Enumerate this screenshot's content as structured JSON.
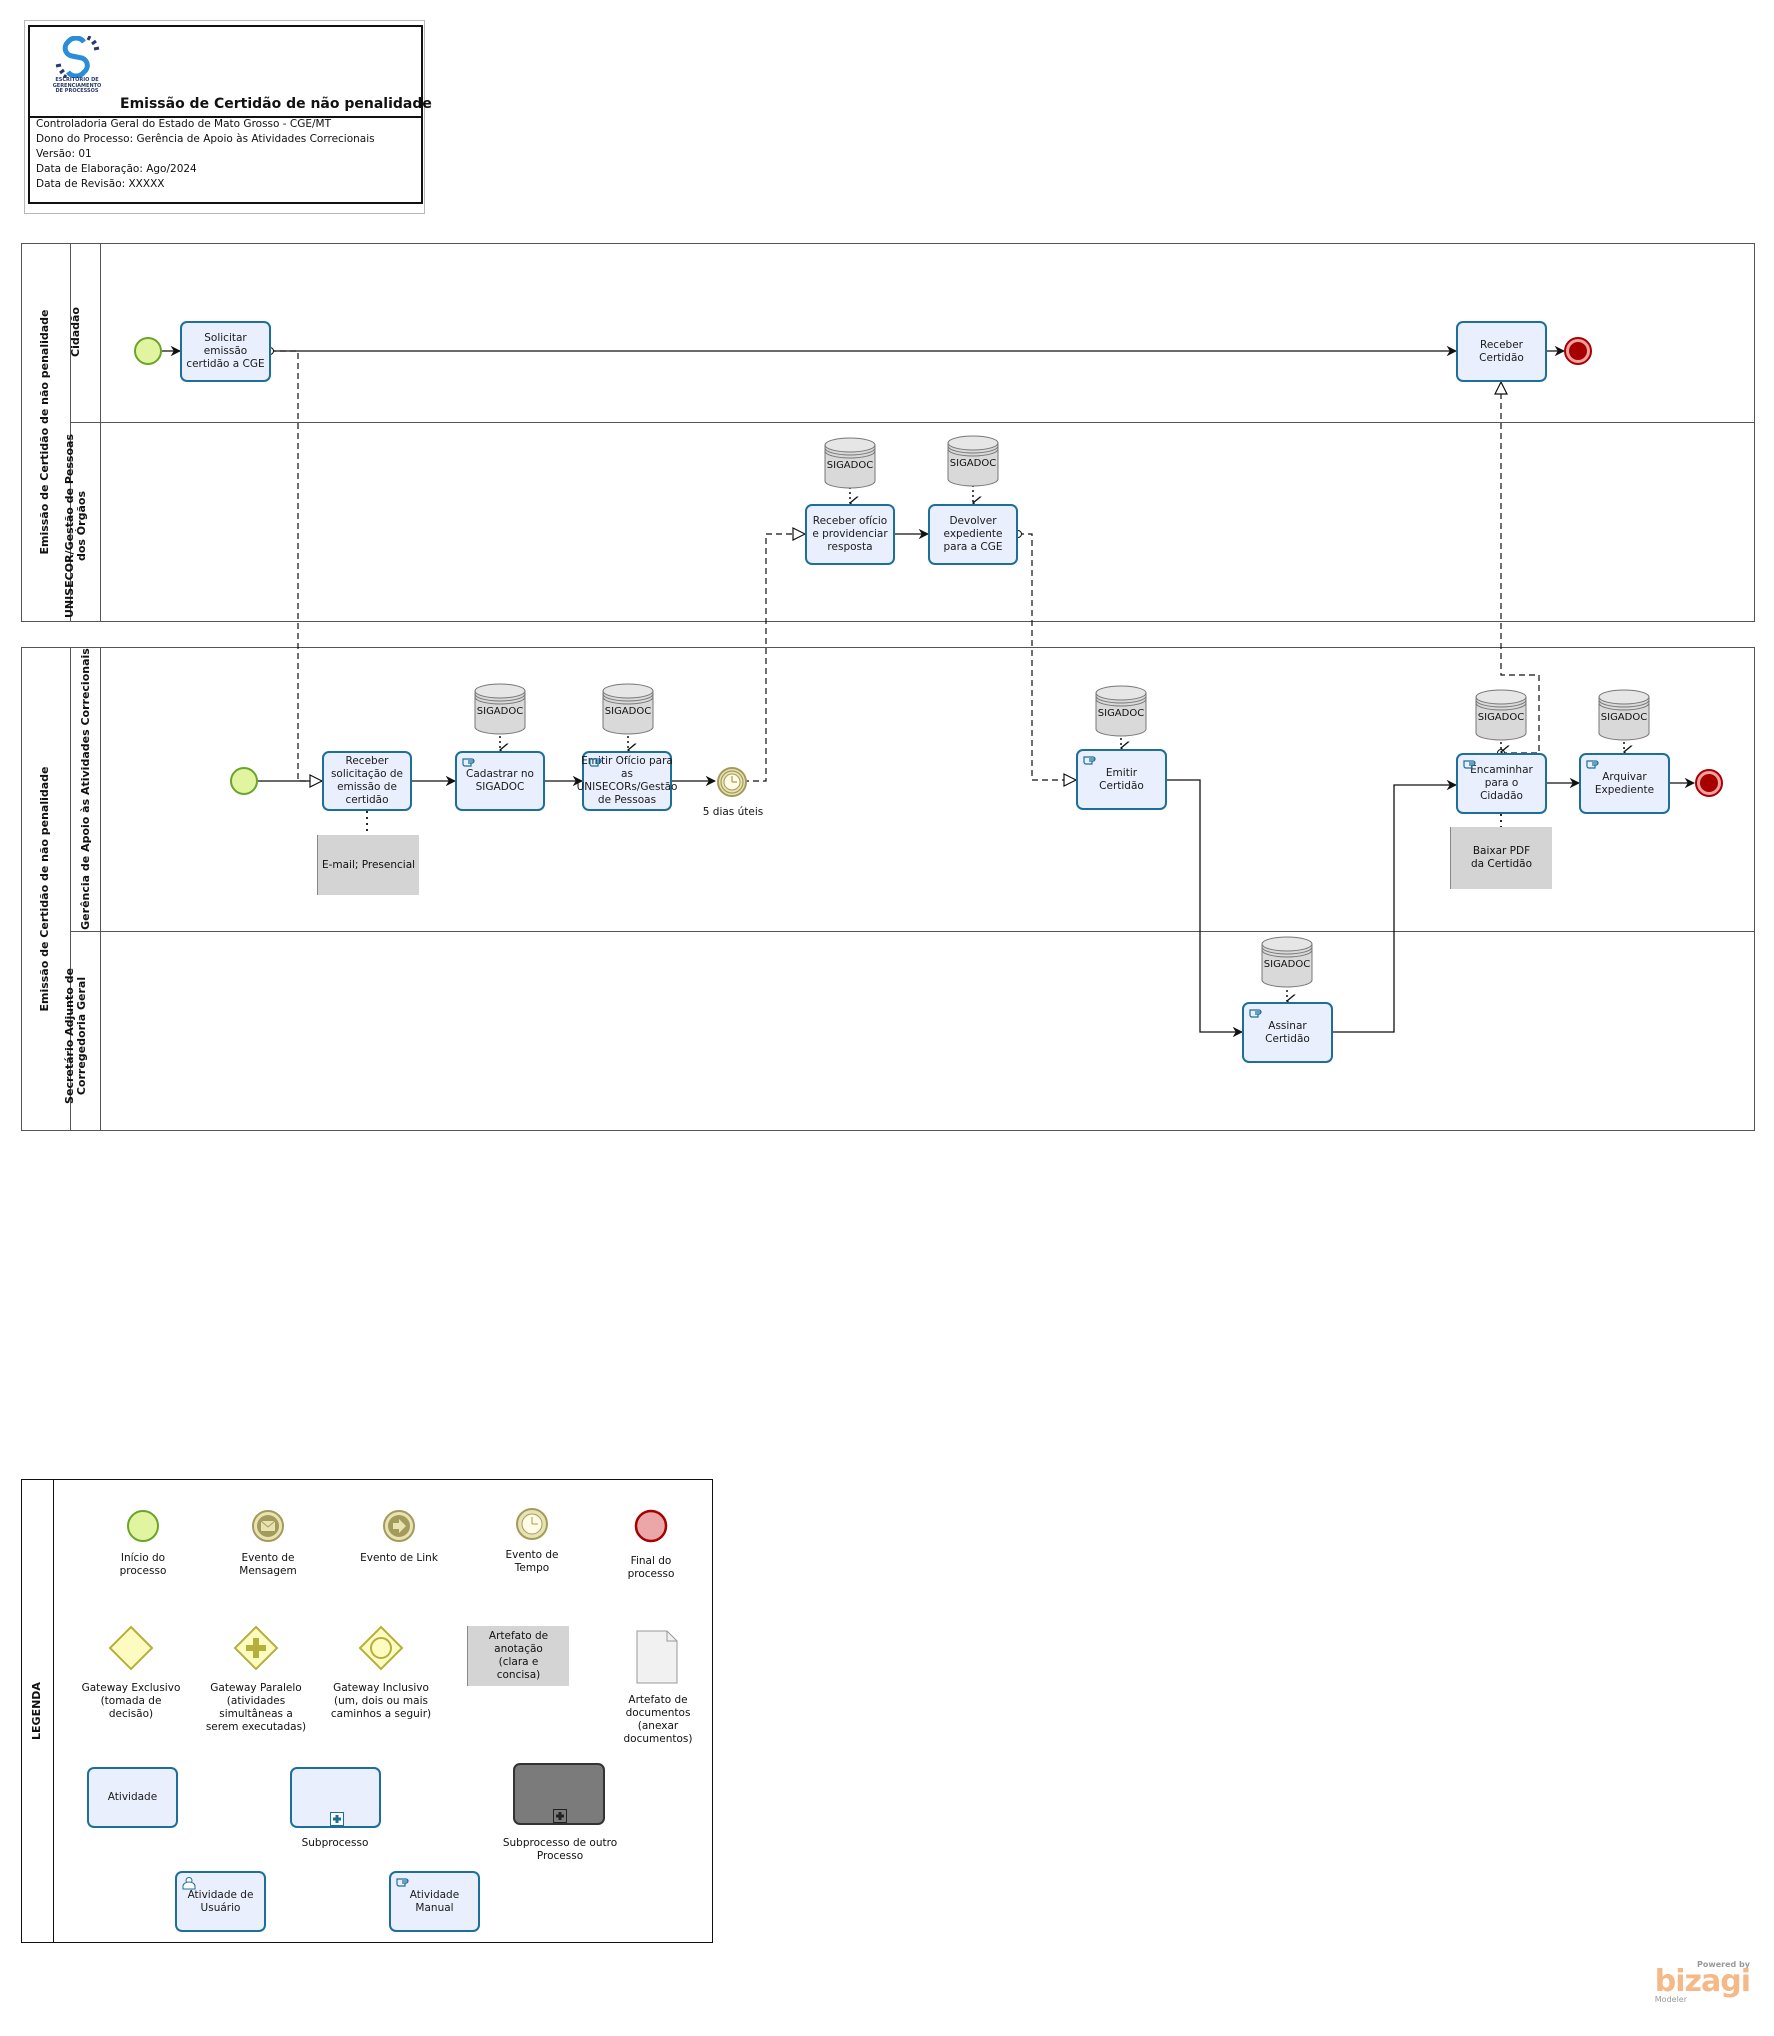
{
  "header": {
    "logo_text": "ESCRITÓRIO DE GERENCIAMENTO DE PROCESSOS",
    "title": "Emissão de Certidão de não penalidade",
    "lines": [
      "Controladoria Geral do Estado de Mato Grosso - CGE/MT",
      "Dono do Processo: Gerência de Apoio às Atividades Correcionais",
      "Versão: 01",
      "Data de Elaboração: Ago/2024",
      "Data de Revisão: XXXXX"
    ]
  },
  "pools": [
    {
      "name": "Emissão de Certidão de não penalidade",
      "lanes": [
        "Cidadão",
        "UNISECOR/Gestão de Pessoas dos Órgãos"
      ]
    },
    {
      "name": "Emissão de Certidão de não penalidade",
      "lanes": [
        "Gerência de Apoio às Atividades Correcionais",
        "Secretário Adjunto de Corregedoria Geral"
      ]
    }
  ],
  "tasks": {
    "solicitar": "Solicitar emissão certidão a CGE",
    "receber_certidao": "Receber Certidão",
    "receber_oficio": "Receber ofício e providenciar resposta",
    "devolver": "Devolver expediente para a CGE",
    "receber_solicitacao": "Receber solicitação de emissão de certidão",
    "cadastrar": "Cadastrar no SIGADOC",
    "emitir_oficio": "Emitir Ofício para as UNISECORs/Gestão de Pessoas",
    "emitir_certidao": "Emitir Certidão",
    "assinar": "Assinar Certidão",
    "encaminhar": "Encaminhar para o Cidadão",
    "arquivar": "Arquivar Expediente"
  },
  "datastore_label": "SIGADOC",
  "timer_label": "5 dias úteis",
  "annotations": {
    "email": "E-mail; Presencial",
    "baixar": "Baixar PDF da Certidão"
  },
  "legend": {
    "title": "LEGENDA",
    "items": {
      "inicio": "Início do processo",
      "mensagem": "Evento de Mensagem",
      "link": "Evento de Link",
      "tempo": "Evento de Tempo",
      "final": "Final do processo",
      "gw_exclusivo": "Gateway  Exclusivo (tomada de decisão)",
      "gw_paralelo": "Gateway  Paralelo (atividades simultâneas a serem executadas)",
      "gw_inclusivo": "Gateway  Inclusivo (um, dois ou mais caminhos a seguir)",
      "anotacao": "Artefato de anotação (clara e concisa)",
      "documentos": "Artefato de documentos (anexar documentos)",
      "atividade": "Atividade",
      "subprocesso": "Subprocesso",
      "subprocesso_outro": "Subprocesso de outro Processo",
      "atividade_usuario": "Atividade de Usuário",
      "atividade_manual": "Atividade Manual"
    }
  },
  "branding": {
    "powered": "Powered by",
    "name": "bizagi",
    "product": "Modeler"
  },
  "colors": {
    "task_border": "#1d6f9a",
    "task_fill": "#eaeffd",
    "start_fill": "#e1f5a0",
    "start_stroke": "#6aa42a",
    "end_fill": "#a60000",
    "intermediate": "#a39b5c",
    "annotation": "#d4d4d4"
  }
}
